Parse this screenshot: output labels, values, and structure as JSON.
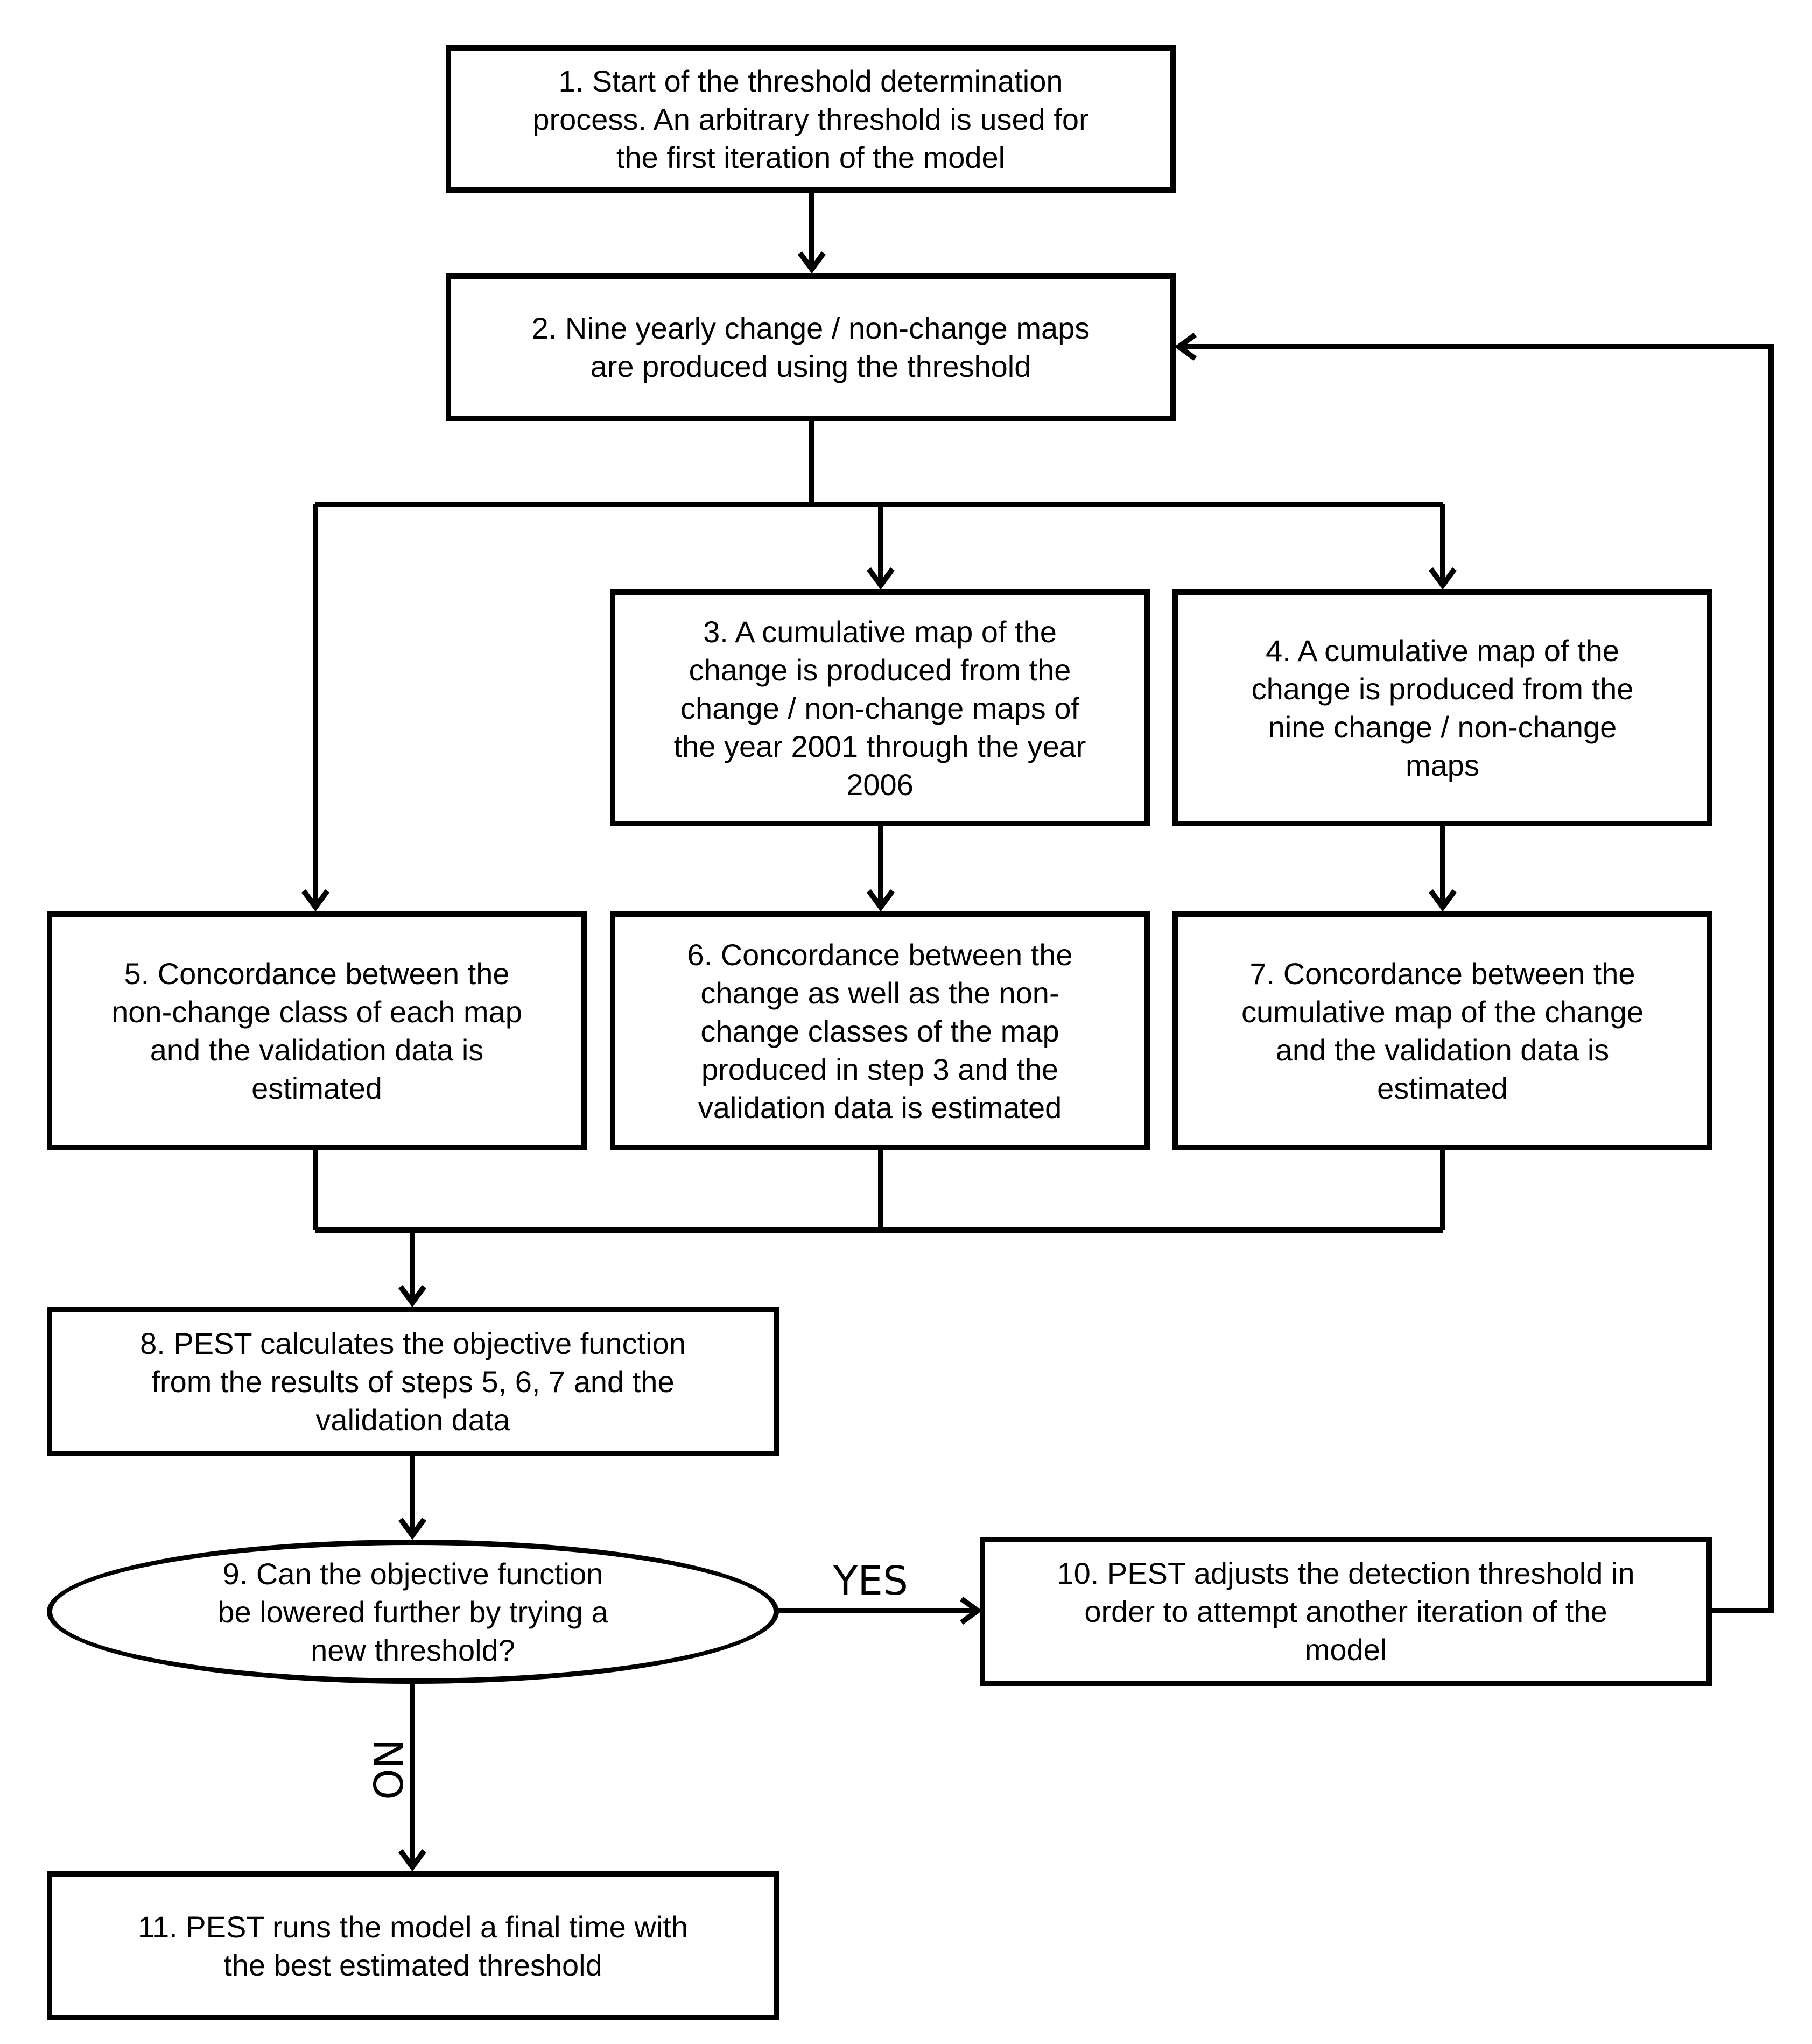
{
  "steps": {
    "s1": "1. Start of the threshold determination\nprocess. An arbitrary threshold is used for\nthe first iteration of the model",
    "s2": "2. Nine yearly change / non-change maps\nare produced using the threshold",
    "s3": "3. A cumulative map of the\nchange is produced from the\nchange / non-change maps of\nthe year 2001 through the year\n2006",
    "s4": "4. A cumulative map of the\nchange is produced from the\nnine change / non-change\nmaps",
    "s5": "5. Concordance between the\nnon-change class of each map\nand the validation data is\nestimated",
    "s6": "6. Concordance between the\nchange as well as the non-\nchange classes of the map\nproduced in step 3 and the\nvalidation data is estimated",
    "s7": "7. Concordance between the\ncumulative map of the change\nand the validation data is\nestimated",
    "s8": "8. PEST calculates the objective function\nfrom the results of steps 5, 6, 7 and the\nvalidation data",
    "s9": "9. Can the objective function\nbe lowered further by trying a\nnew threshold?",
    "s10": "10. PEST adjusts the detection threshold in\norder to attempt another iteration of the\nmodel",
    "s11": "11. PEST runs the model a final time with\nthe best estimated threshold"
  },
  "labels": {
    "yes": "YES",
    "no": "NO"
  },
  "colors": {
    "stroke": "#000000",
    "background": "#ffffff"
  }
}
